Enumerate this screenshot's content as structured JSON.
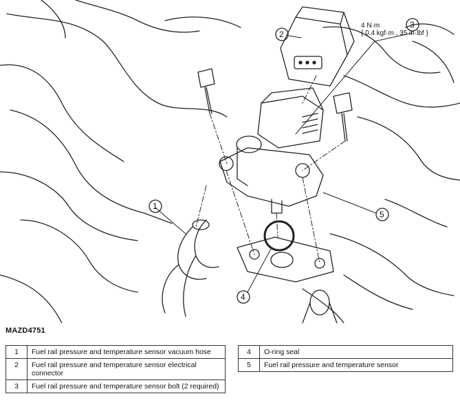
{
  "figure": {
    "code": "MAZD4751",
    "torque_spec": {
      "line1": "4 N·m",
      "line2": "{ 0.4 kgf·m , 35 in·lbf }"
    },
    "callouts": [
      "1",
      "2",
      "3",
      "4",
      "5"
    ]
  },
  "legend": {
    "left": [
      {
        "num": "1",
        "desc": "Fuel rail pressure and temperature sensor vacuum hose"
      },
      {
        "num": "2",
        "desc": "Fuel rail pressure and temperature sensor electrical connector"
      },
      {
        "num": "3",
        "desc": "Fuel rail pressure and temperature sensor bolt (2 required)"
      }
    ],
    "right": [
      {
        "num": "4",
        "desc": "O-ring seal"
      },
      {
        "num": "5",
        "desc": "Fuel rail pressure and temperature sensor"
      }
    ]
  }
}
